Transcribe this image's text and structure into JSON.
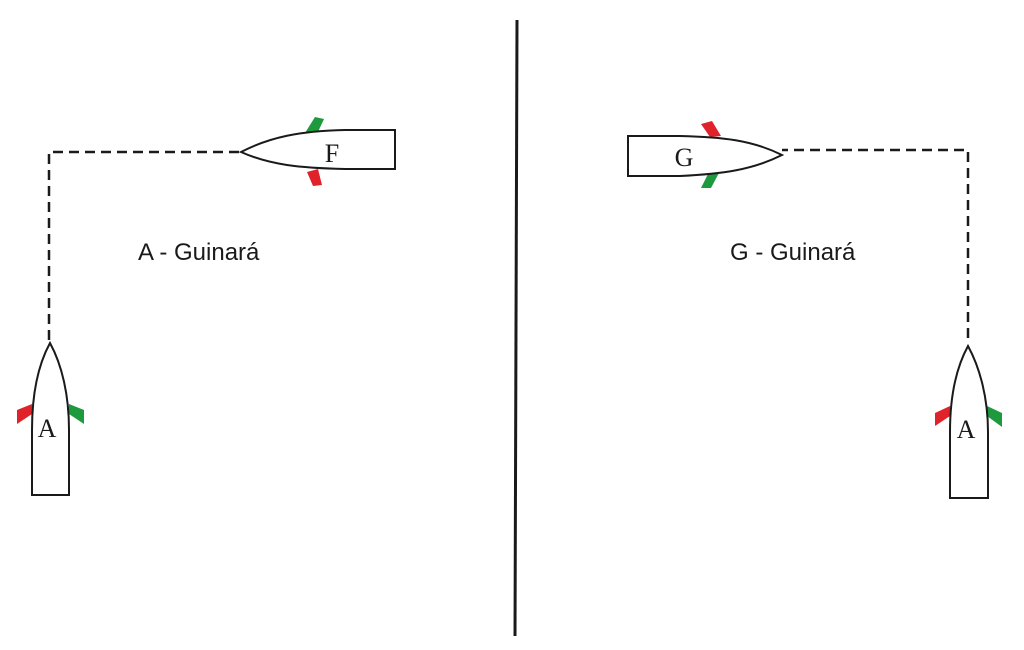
{
  "colors": {
    "line": "#1a1a1a",
    "port_light": "#e0232a",
    "starboard_light": "#1d9a3e",
    "hull": "#ffffff"
  },
  "left_panel": {
    "caption": "A - Guinará",
    "crossing_boat": {
      "letter": "F"
    },
    "own_boat": {
      "letter": "A"
    }
  },
  "right_panel": {
    "caption": "G - Guinará",
    "crossing_boat": {
      "letter": "G"
    },
    "own_boat": {
      "letter": "A"
    }
  }
}
